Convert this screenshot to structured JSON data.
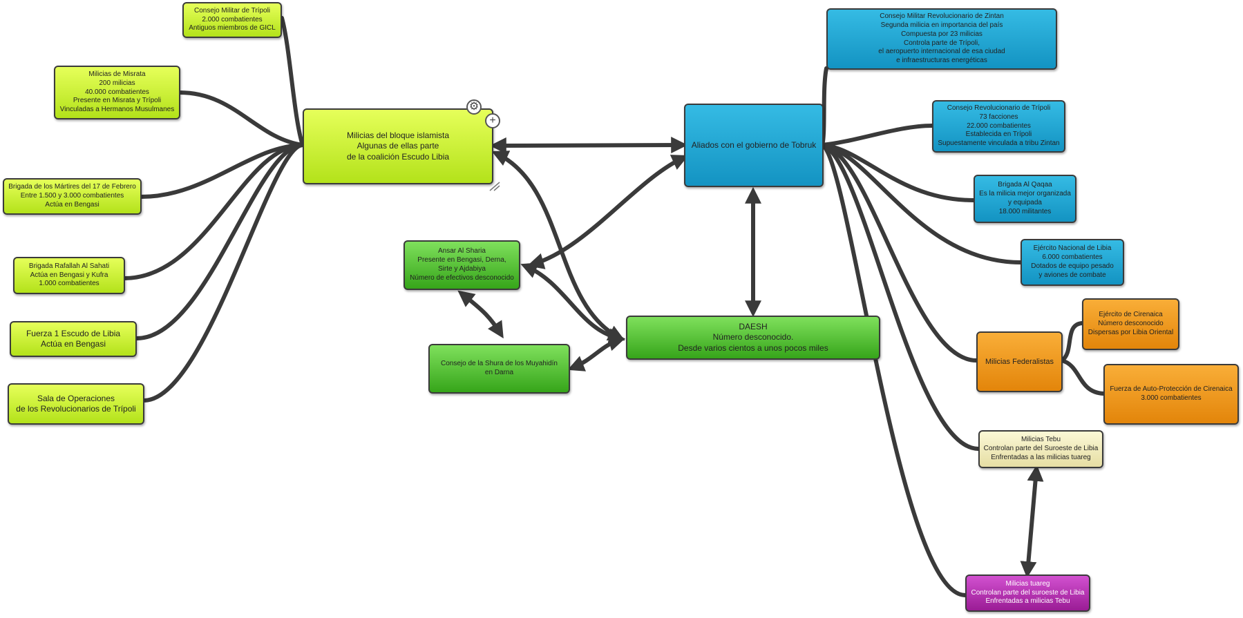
{
  "nodes": {
    "tripoli_military": "Consejo Militar de Trípoli\n2.000 combatientes\nAntiguos miembros de GICL",
    "misrata": "Milicias de Misrata\n200 milicias\n40.000 combatientes\nPresente en Misrata y Trípoli\nVinculadas a Hermanos Musulmanes",
    "martyrs_17": "Brigada de los Mártires del 17 de Febrero\nEntre 1.500 y 3.000 combatientes\nActúa en Bengasi",
    "rafallah": "Brigada Rafallah Al Sahati\nActúa en Bengasi y Kufra\n1.000 combatientes",
    "fuerza1": "Fuerza 1 Escudo de Libia\nActúa en Bengasi",
    "sala_ops": "Sala de Operaciones\nde los Revolucionarios de Trípoli",
    "islamist_bloc": "Milicias del bloque islamista\nAlgunas de ellas parte\nde la coalición Escudo Libia",
    "ansar": "Ansar Al Sharia\nPresente en Bengasi, Derna,\nSirte y Ajdabiya\nNúmero de efectivos desconocido",
    "shura": "Consejo de la Shura de los Muyahidín\nen Darna",
    "daesh": "DAESH\nNúmero desconocido.\nDesde varios cientos a unos pocos miles",
    "tobruk": "Aliados con el gobierno de Tobruk",
    "zintan": "Consejo Militar Revolucionario de Zintan\nSegunda milicia en importancia del país\nCompuesta por 23 milicias\nControla parte de Trípoli,\nel aeropuerto internacional de esa ciudad\ne infraestructuras energéticas",
    "tripoli_rev": "Consejo Revolucionario de Trípoli\n73 facciones\n22.000 combatientes\nEstablecida en Trípoli\nSupuestamente vinculada a tribu Zintan",
    "qaqaa": "Brigada Al Qaqaa\nEs la milicia mejor organizada\ny equipada\n18.000 militantes",
    "ejercito_nacional": "Ejército Nacional de Libia\n6.000 combatientes\nDotados de equipo pesado\ny aviones de combate",
    "federalistas": "Milicias Federalistas",
    "cirenaica": "Ejército de Cirenaica\nNúmero desconocido\nDispersas por Libia Oriental",
    "auto_proteccion": "Fuerza de Auto-Protección de Cirenaica\n3.000 combatientes",
    "tebu": "Milicias Tebu\nControlan parte del Suroeste de Libia\nEnfrentadas a las milicias tuareg",
    "tuareg": "Milicias tuareg\nControlan parte del suroeste de Libia\nEnfrentadas a milicias Tebu"
  },
  "colors": {
    "lime": "#c6ee2c",
    "green": "#4cbb2a",
    "blue": "#1fa6d3",
    "orange": "#ef9a1f",
    "cream": "#f2edc0",
    "magenta": "#b830b3",
    "link": "#3a3a3a"
  },
  "icons": [
    "gear-icon",
    "plus-icon",
    "resize-handle-icon"
  ]
}
